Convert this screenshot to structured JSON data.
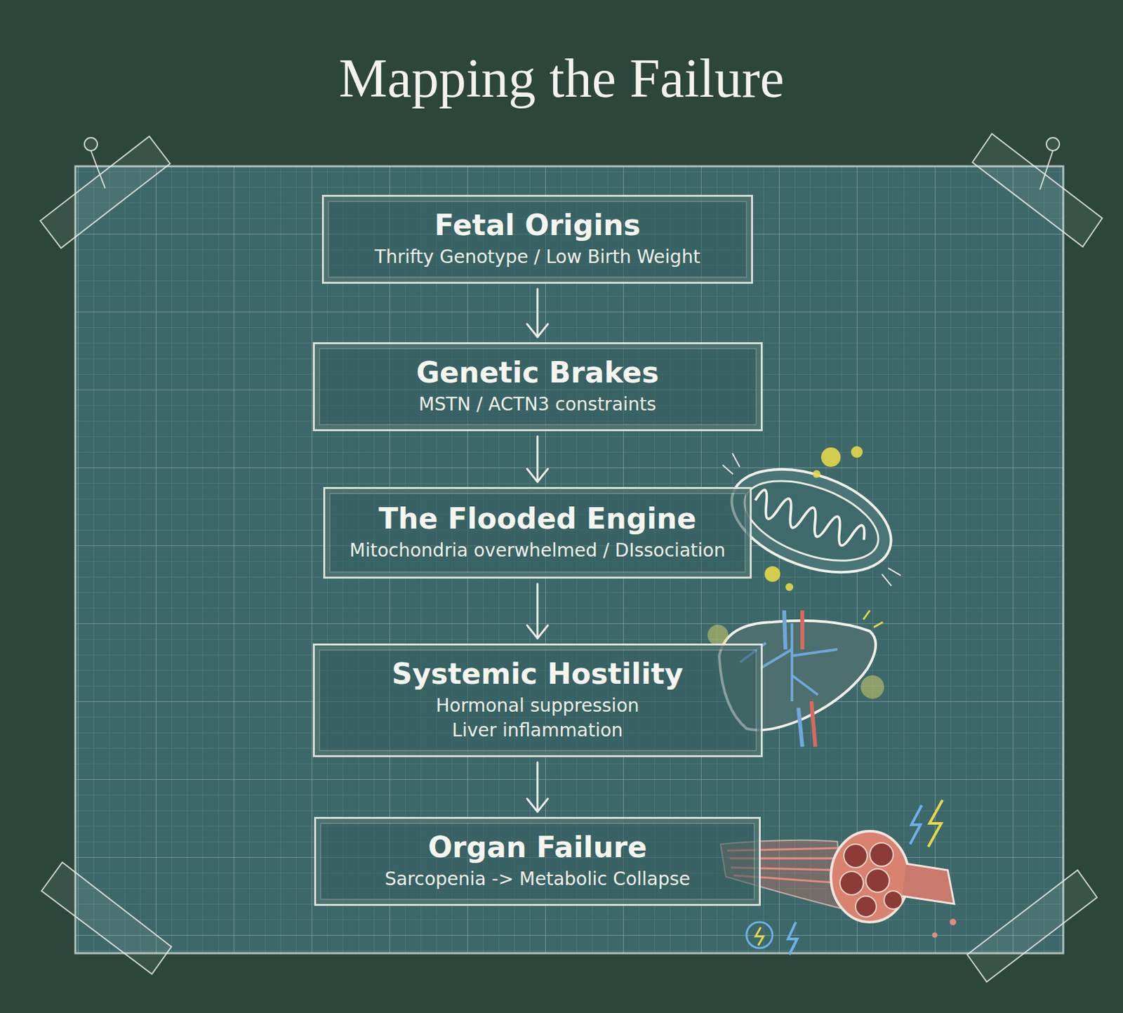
{
  "diagram": {
    "title": "Mapping the Failure",
    "nodes": [
      {
        "text": [
          "Fetal Origins",
          "Thrifty Genotype / Low Birth Weight"
        ]
      },
      {
        "text": [
          "Genetic Brakes",
          "MSTN / ACTN3 constraints"
        ]
      },
      {
        "text": [
          "The Flooded Engine",
          "Mitochondria overwhelmed / DIssociation"
        ]
      },
      {
        "text": [
          "Systemic Hostility",
          "Hormonal suppression Liver inflammation"
        ]
      },
      {
        "text": [
          "Organ Failure",
          "Sarcopenia -> Metabolic Collapse"
        ]
      }
    ],
    "edges": [
      {
        "from": 0,
        "to": 1,
        "arrow": "to"
      },
      {
        "from": 1,
        "to": 2,
        "arrow": "to"
      },
      {
        "from": 2,
        "to": 3,
        "arrow": "to"
      },
      {
        "from": 3,
        "to": 4,
        "arrow": "to"
      }
    ]
  }
}
